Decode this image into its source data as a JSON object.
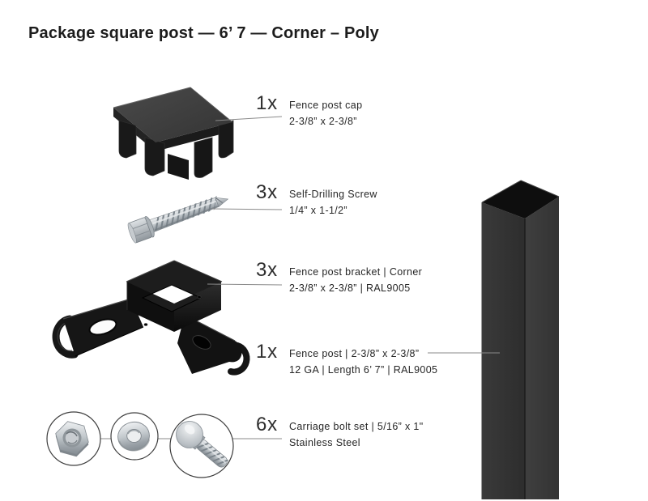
{
  "title": "Package square post — 6’ 7 — Corner – Poly",
  "items": [
    {
      "qty": "1x",
      "line1": "Fence post cap",
      "line2": "2-3/8” x 2-3/8”"
    },
    {
      "qty": "3x",
      "line1": "Self-Drilling Screw",
      "line2": "1/4” x 1-1/2”"
    },
    {
      "qty": "3x",
      "line1": "Fence post bracket | Corner",
      "line2": "2-3/8” x 2-3/8” | RAL9005"
    },
    {
      "qty": "1x",
      "line1": "Fence post | 2-3/8” x 2-3/8”",
      "line2": "12 GA | Length 6’ 7” | RAL9005"
    },
    {
      "qty": "6x",
      "line1": "Carriage bolt set | 5/16” x 1\"",
      "line2": "Stainless Steel"
    }
  ],
  "illustrations": [
    "fence-post-cap",
    "self-drilling-screw",
    "fence-post-bracket",
    "fence-post",
    "carriage-bolt-set"
  ],
  "colors": {
    "background": "#ffffff",
    "text": "#262626",
    "leader_line": "#8a8a8a",
    "part_black": "#1a1a1a",
    "part_metal": "#b6bcc1",
    "post_ral9005": "#2e2e2e"
  }
}
